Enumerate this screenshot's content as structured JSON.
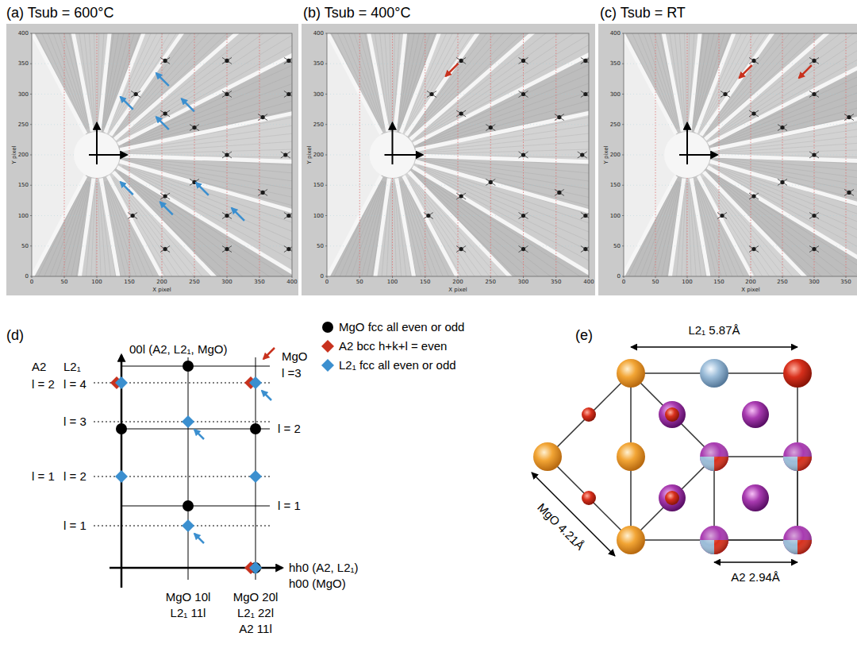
{
  "diagram": {
    "labels": [
      "(a) Tsub = 600°C",
      "(b) Tsub = 400°C",
      "(c) Tsub = RT",
      "400",
      "350",
      "300",
      "250",
      "200",
      "150",
      "100",
      "50",
      "0",
      "0",
      "50",
      "100",
      "150",
      "200",
      "250",
      "300",
      "350",
      "400",
      "Y pixel",
      "X pixel",
      "400",
      "350",
      "300",
      "250",
      "200",
      "150",
      "100",
      "50",
      "0",
      "0",
      "50",
      "100",
      "150",
      "200",
      "250",
      "300",
      "350",
      "400",
      "Y pixel",
      "X pixel",
      "400",
      "350",
      "300",
      "250",
      "200",
      "150",
      "100",
      "50",
      "0",
      "0",
      "50",
      "100",
      "150",
      "200",
      "250",
      "300",
      "350",
      "Y pixel",
      "X pixel",
      "(d)",
      "00l (A2, L2₁, MgO)",
      "A2",
      "l = 2",
      "L2₁",
      "l = 4",
      "l = 3",
      "l = 1",
      "l = 2",
      "l = 1",
      "MgO",
      "l =3",
      "l = 2",
      "l = 1",
      "hh0 (A2, L2₁)",
      "h00 (MgO)",
      "MgO 10l",
      "L2₁ 11l",
      "MgO 20l",
      "L2₁ 22l",
      "A2 11l",
      "(e)",
      "L2₁ 5.87Å",
      "MgO 4.21Å",
      "A2 2.94Å"
    ],
    "legend": [
      {
        "text": "MgO fcc all even or odd"
      },
      {
        "text": "A2 bcc h+k+l = even"
      },
      {
        "text": "L2₁ fcc all even or odd"
      }
    ]
  }
}
